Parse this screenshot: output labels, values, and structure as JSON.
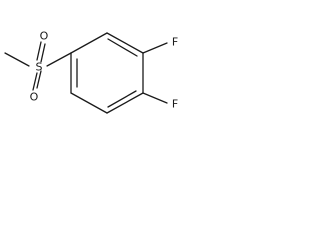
{
  "molecule": {
    "atoms": {
      "sulfur": "S",
      "oxygen_top": "O",
      "oxygen_bottom": "O",
      "fluorine_upper": "F",
      "fluorine_lower": "F"
    }
  }
}
